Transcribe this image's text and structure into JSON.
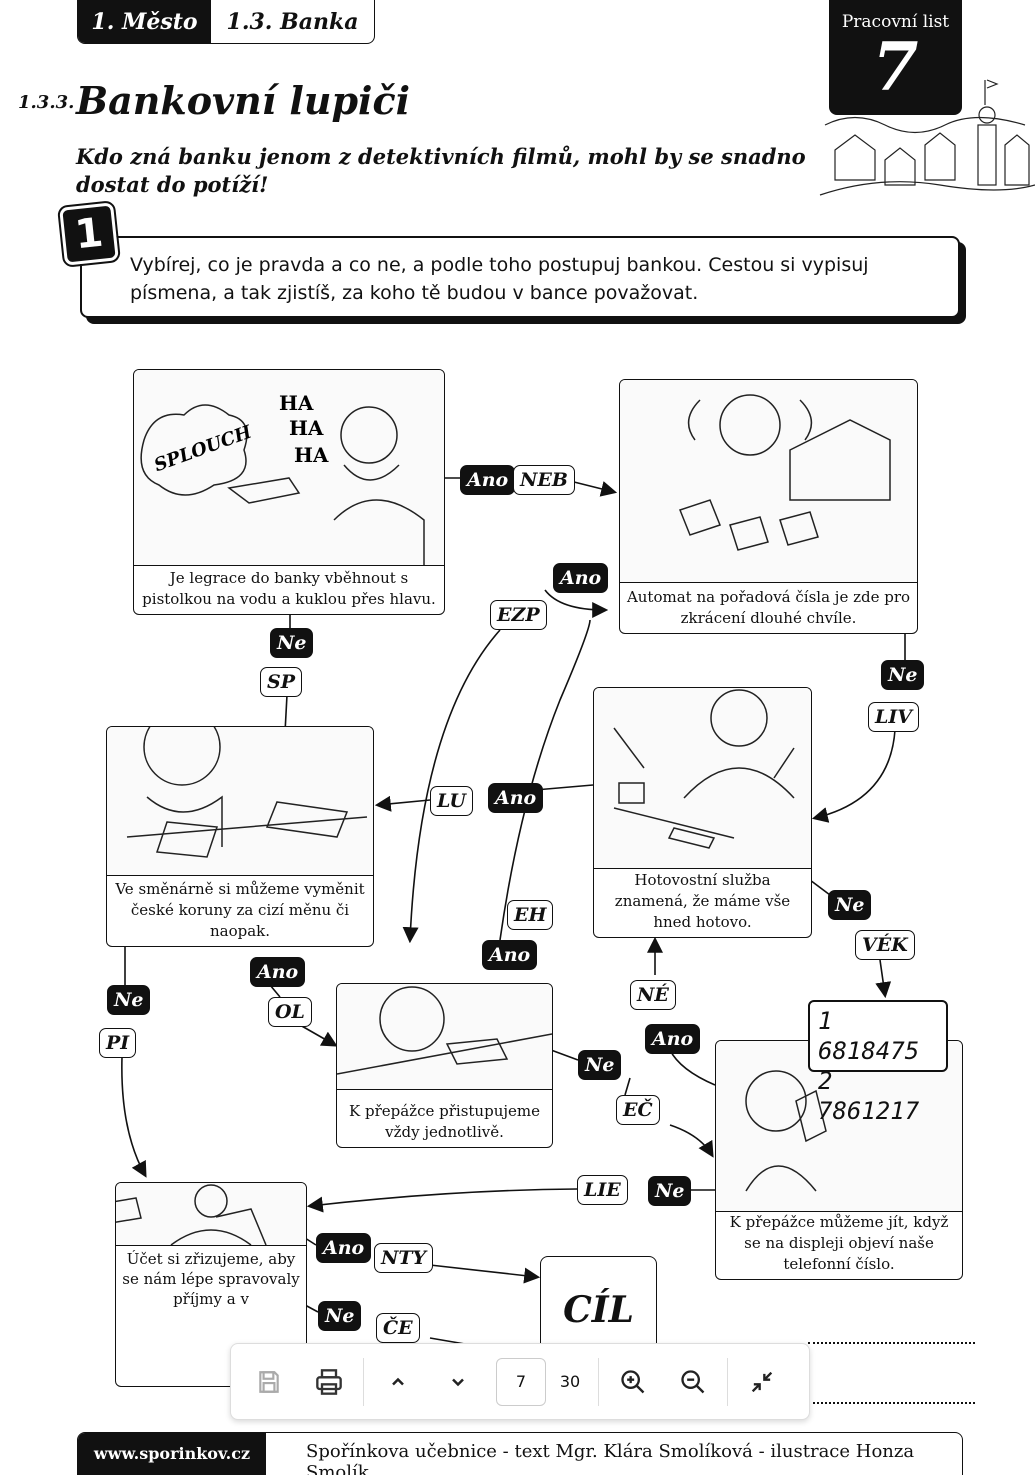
{
  "header": {
    "tab_chapter": "1. Město",
    "tab_section": "1.3. Banka",
    "worksheet_label": "Pracovní list",
    "worksheet_number": "7"
  },
  "lesson": {
    "number": "1.3.3.",
    "title": "Bankovní lupiči",
    "subtitle": "Kdo zná banku jenom z detektivních filmů, mohl by se snadno dostat do potíží!"
  },
  "task": {
    "number": "1",
    "text": "Vybírej, co je pravda a co ne, a podle toho postupuj bankou. Cestou si vypisuj písmena, a tak zjistíš, za koho tě budou v bance považovat."
  },
  "panels": [
    {
      "caption": "Je legrace do banky vběhnout s pistolkou na vodu a kuklou přes hlavu.",
      "art_text": "SPLOUCH HA HA HA"
    },
    {
      "caption": "Automat na pořadová čísla je zde pro zkrácení dlouhé chvíle."
    },
    {
      "caption": "Ve směnárně si můžeme vyměnit české koruny za cizí měnu či naopak."
    },
    {
      "caption": "Hotovostní služba znamená, že máme vše hned hotovo."
    },
    {
      "caption": "K přepážce přistupujeme vždy jednotlivě."
    },
    {
      "caption": "K přepážce můžeme jít, když se na displeji objeví naše telefonní číslo.",
      "display": [
        "1 6818475",
        "2 7861217"
      ]
    },
    {
      "caption": "Účet si zřizujeme, aby se nám lépe spravovaly příjmy a v"
    }
  ],
  "labels": [
    "Ano",
    "NEB",
    "Ano",
    "EZP",
    "Ne",
    "SP",
    "Ne",
    "LIV",
    "LU",
    "Ano",
    "EH",
    "Ne",
    "VÉK",
    "Ano",
    "Ano",
    "Ne",
    "OL",
    "PI",
    "NÉ",
    "Ano",
    "Ne",
    "EČ",
    "LIE",
    "Ne",
    "Ano",
    "NTY",
    "Ne",
    "ČE"
  ],
  "goal": "CÍL",
  "toolbar": {
    "current_page": "7",
    "total_pages": "30",
    "icons": [
      "save-icon",
      "print-icon",
      "chevron-up-icon",
      "chevron-down-icon",
      "zoom-in-icon",
      "zoom-out-icon",
      "exit-fullscreen-icon"
    ]
  },
  "footer": {
    "website": "www.sporinkov.cz",
    "credits": "Spořínkova učebnice - text Mgr. Klára Smolíková - ilustrace Honza Smolík"
  }
}
